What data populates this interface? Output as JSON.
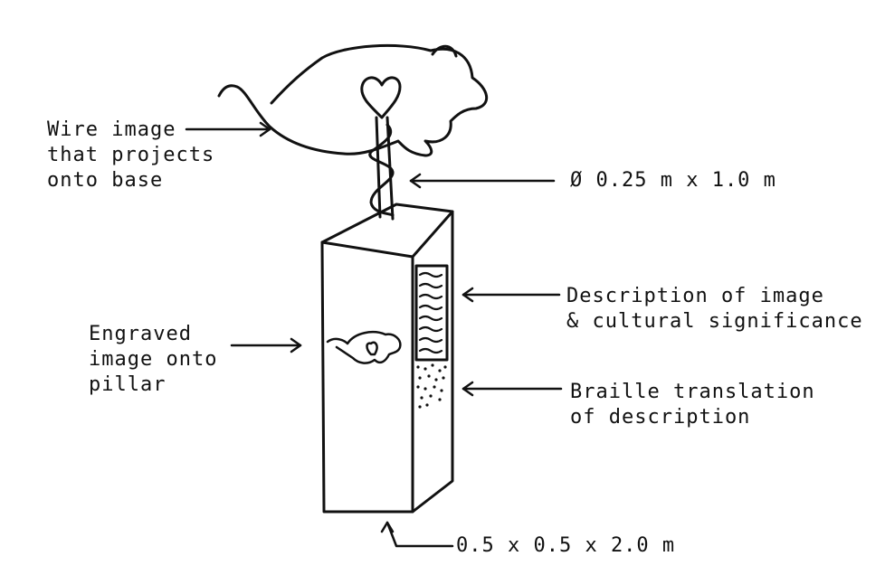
{
  "labels": {
    "wire_image": [
      "Wire image",
      "that projects",
      "onto base"
    ],
    "rod_dimension": "Ø 0.25 m x 1.0 m",
    "description": [
      "Description of image",
      "& cultural significance"
    ],
    "engraved": [
      "Engraved",
      "image onto",
      "pillar"
    ],
    "braille": [
      "Braille translation",
      "of description"
    ],
    "pillar_dimension": "0.5 x 0.5 x 2.0 m"
  },
  "colors": {
    "ink": "#111111",
    "background": "#ffffff"
  },
  "icons": [
    "rat-silhouette-icon",
    "heart-icon",
    "engraved-rat-icon",
    "arrow-icon",
    "braille-dots-icon"
  ]
}
